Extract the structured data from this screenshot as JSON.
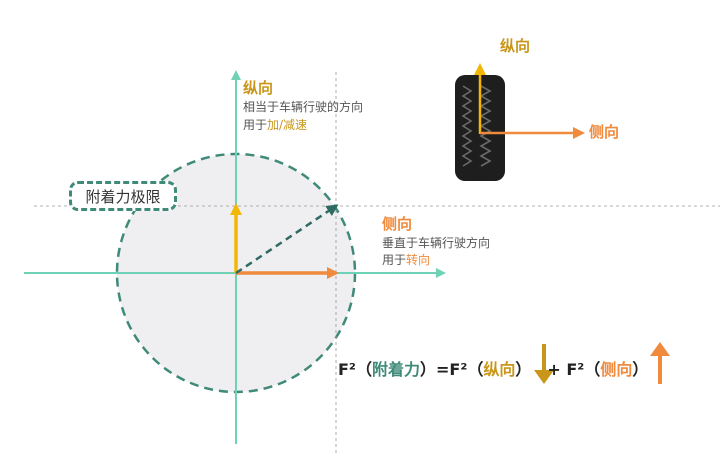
{
  "colors": {
    "axis": "#6fd1b6",
    "circle_stroke": "#3f8a78",
    "circle_fill": "#efeef1",
    "guide": "#9a9a9a",
    "longitudinal": "#f2b705",
    "lateral": "#f08a3c",
    "resultant": "#2f6b63",
    "dark_gold": "#c9961a",
    "teal_text": "#3f8a78",
    "tire": "#1e1e1e",
    "text": "#333333",
    "desc": "#555555"
  },
  "longitudinal_label": {
    "title": "纵向",
    "desc_line1": "相当于车辆行驶的方向",
    "desc_line2_prefix": "用于",
    "desc_line2_highlight": "加/减速"
  },
  "lateral_label": {
    "title": "侧向",
    "desc_line1": "垂直于车辆行驶方向",
    "desc_line2_prefix": "用于",
    "desc_line2_highlight": "转向"
  },
  "adhesion_limit_label": "附着力极限",
  "tire_diagram": {
    "longitudinal_label": "纵向",
    "lateral_label": "侧向",
    "icon": "tire-tread-icon"
  },
  "formula": {
    "lhs_f": "F²",
    "lhs_open": "（",
    "lhs_term": "附着力",
    "lhs_close": "）",
    "eq": "=F²",
    "t1_open": "（",
    "t1_term": "纵向",
    "t1_close": "）",
    "plus": "+ F²",
    "t2_open": "（",
    "t2_term": "侧向",
    "t2_close": "）",
    "down_arrow_icon": "arrow-down-icon",
    "up_arrow_icon": "arrow-up-icon"
  }
}
